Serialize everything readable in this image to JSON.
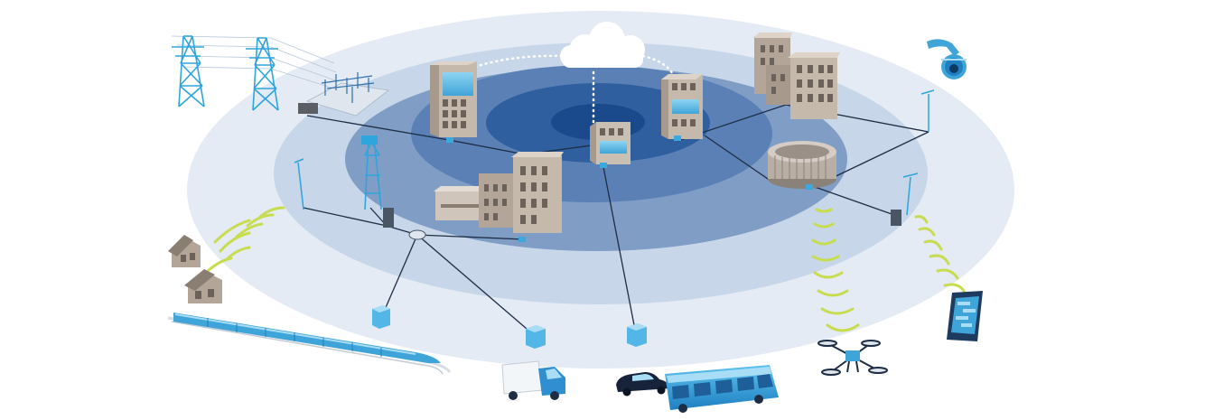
{
  "diagram": {
    "zones": [
      {
        "name": "outer-ring",
        "color": "#e4ebf4"
      },
      {
        "name": "ring-2",
        "color": "#c7d6e8"
      },
      {
        "name": "ring-3",
        "color": "#7f9dc5"
      },
      {
        "name": "ring-4",
        "color": "#5a80b6"
      },
      {
        "name": "ring-5",
        "color": "#2f5f9e"
      },
      {
        "name": "core",
        "color": "#1a4a8c"
      }
    ],
    "colors": {
      "accent": "#39a9e0",
      "signal": "#c8dc50",
      "building": "#bdb1a4",
      "building_dark": "#8f8378",
      "window": "#6fc3ea",
      "link": "#1e2d44",
      "cloud": "#ffffff"
    },
    "icons": [
      "cloud-icon",
      "power-tower-icon",
      "substation-icon",
      "office-building-icon",
      "data-center-icon",
      "storage-tank-icon",
      "cell-tower-icon",
      "street-light-icon",
      "security-camera-icon",
      "house-icon",
      "train-icon",
      "delivery-truck-icon",
      "car-icon",
      "bus-icon",
      "drone-icon",
      "smartphone-icon",
      "sensor-box-icon",
      "network-hub-icon"
    ]
  }
}
